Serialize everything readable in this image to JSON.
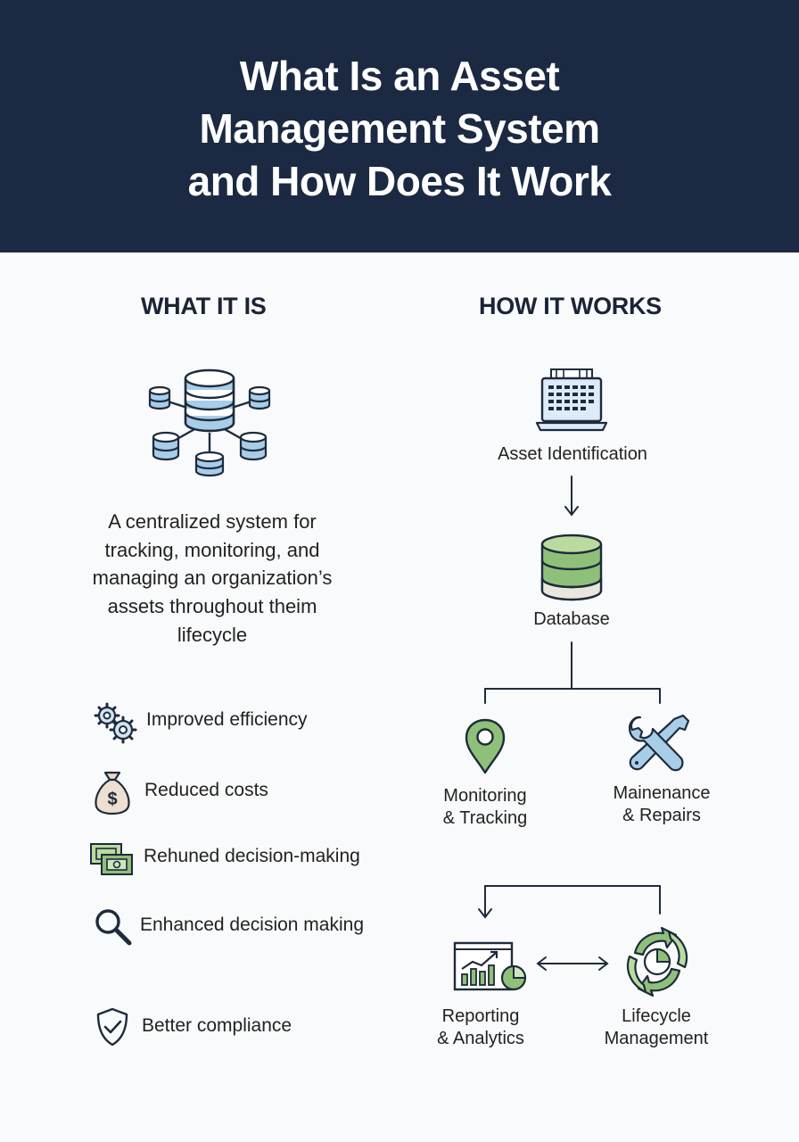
{
  "title": {
    "line1": "What Is an Asset",
    "line2": "Management System",
    "line3": "and How Does It Work"
  },
  "left": {
    "heading": "WHAT IT IS",
    "icon": "database-network-icon",
    "description_lines": [
      "A centralized system for",
      "tracking, monitoring, and",
      "managing an organization’s",
      "assets throughout theim",
      "lifecycle"
    ],
    "benefits": [
      {
        "icon": "gears-icon",
        "label": "Improved efficiency"
      },
      {
        "icon": "money-bag-icon",
        "label": "Reduced costs"
      },
      {
        "icon": "cash-icon",
        "label": "Rehuned decision-making"
      },
      {
        "icon": "magnifier-icon",
        "label": "Enhanced decision making"
      },
      {
        "icon": "shield-check-icon",
        "label": "Better compliance"
      }
    ]
  },
  "right": {
    "heading": "HOW IT WORKS",
    "steps": {
      "identification": {
        "icon": "laptop-icon",
        "label": "Asset Identification"
      },
      "database": {
        "icon": "database-icon",
        "label": "Database"
      },
      "monitoring": {
        "icon": "map-pin-icon",
        "line1": "Monitoring",
        "line2": "& Tracking"
      },
      "maintenance": {
        "icon": "wrench-icon",
        "line1": "Mainenance",
        "line2": "& Repairs"
      },
      "reporting": {
        "icon": "analytics-icon",
        "line1": "Reporting",
        "line2": "& Analytics"
      },
      "lifecycle": {
        "icon": "cycle-icon",
        "line1": "Lifecycle",
        "line2": "Management"
      }
    }
  },
  "colors": {
    "header_bg": "#1b2942",
    "accent_blue": "#a8cde8",
    "accent_green": "#8fc07a",
    "icon_stroke": "#1e2b3c"
  }
}
